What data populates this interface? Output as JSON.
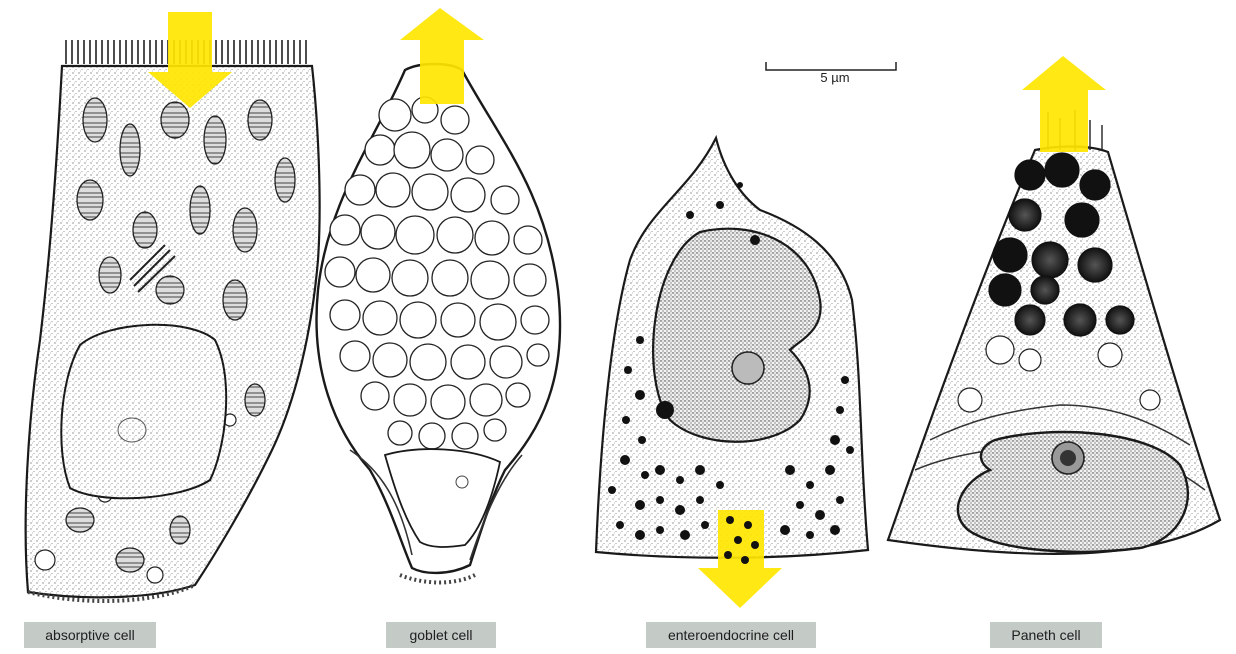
{
  "scale_bar": {
    "label": "5 µm"
  },
  "cells": {
    "absorptive": {
      "label": "absorptive cell",
      "arrow": "down-arrow-icon"
    },
    "goblet": {
      "label": "goblet cell",
      "arrow": "up-arrow-icon"
    },
    "enteroendocrine": {
      "label": "enteroendocrine cell",
      "arrow": "down-arrow-icon"
    },
    "paneth": {
      "label": "Paneth cell",
      "arrow": "up-arrow-icon"
    }
  },
  "colors": {
    "arrow": "#ffe600",
    "outline": "#1a1a1a",
    "label_bg": "#c4cac6",
    "granule": "#111111"
  }
}
